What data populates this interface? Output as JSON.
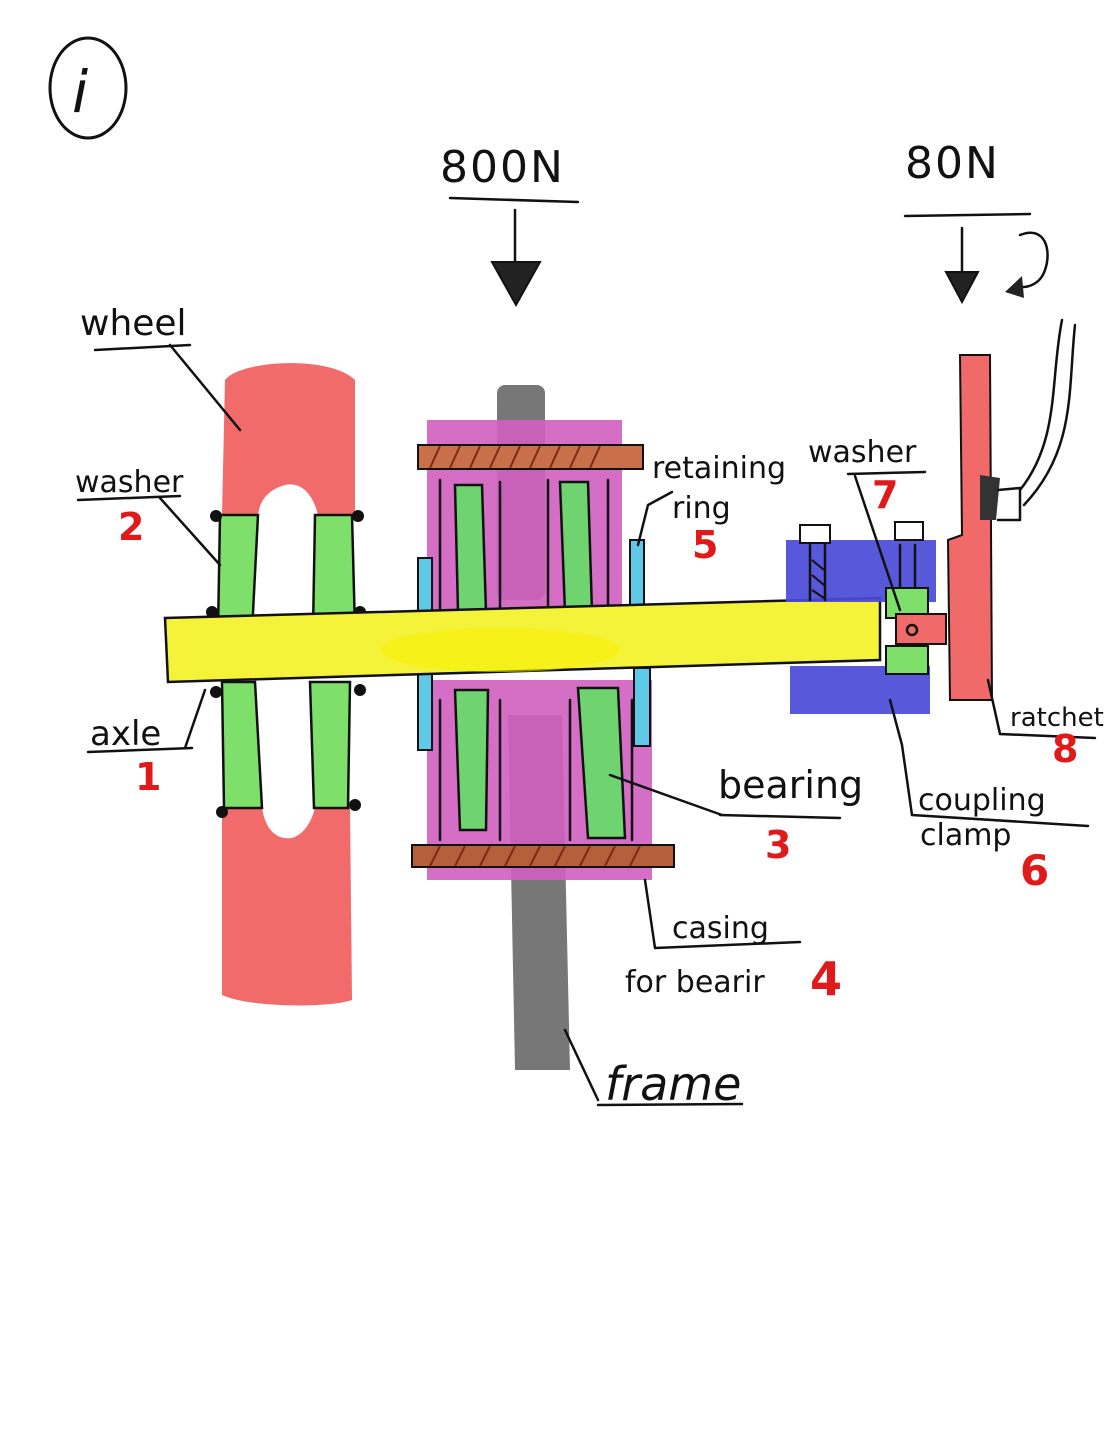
{
  "sheet_marker": "i",
  "loads": {
    "center": "800N",
    "right": "80N"
  },
  "labels": {
    "wheel": "wheel",
    "washer_left": "washer",
    "washer_left_num": "2",
    "axle": "axle",
    "axle_num": "1",
    "retaining_ring_1": "retaining",
    "retaining_ring_2": "ring",
    "retaining_ring_num": "5",
    "washer_right": "washer",
    "washer_right_num": "7",
    "bearing": "bearing",
    "bearing_num": "3",
    "casing_1": "casing",
    "casing_2": "for bearir",
    "casing_num": "4",
    "coupling_1": "coupling",
    "coupling_2": "clamp",
    "coupling_num": "6",
    "ratchet": "ratchet",
    "ratchet_num": "8",
    "frame": "frame"
  },
  "colors": {
    "axle": "#f5f23a",
    "wheel": "#f26b6b",
    "washer": "#7ee06a",
    "bearing": "#6fd46f",
    "casing": "#d05fc0",
    "retaining_ring": "#5fc9e8",
    "frame": "#777777",
    "coupling": "#4a4ad8",
    "ratchet": "#f06a6a",
    "bolt": "#c9704a",
    "number": "#e01a1a"
  }
}
